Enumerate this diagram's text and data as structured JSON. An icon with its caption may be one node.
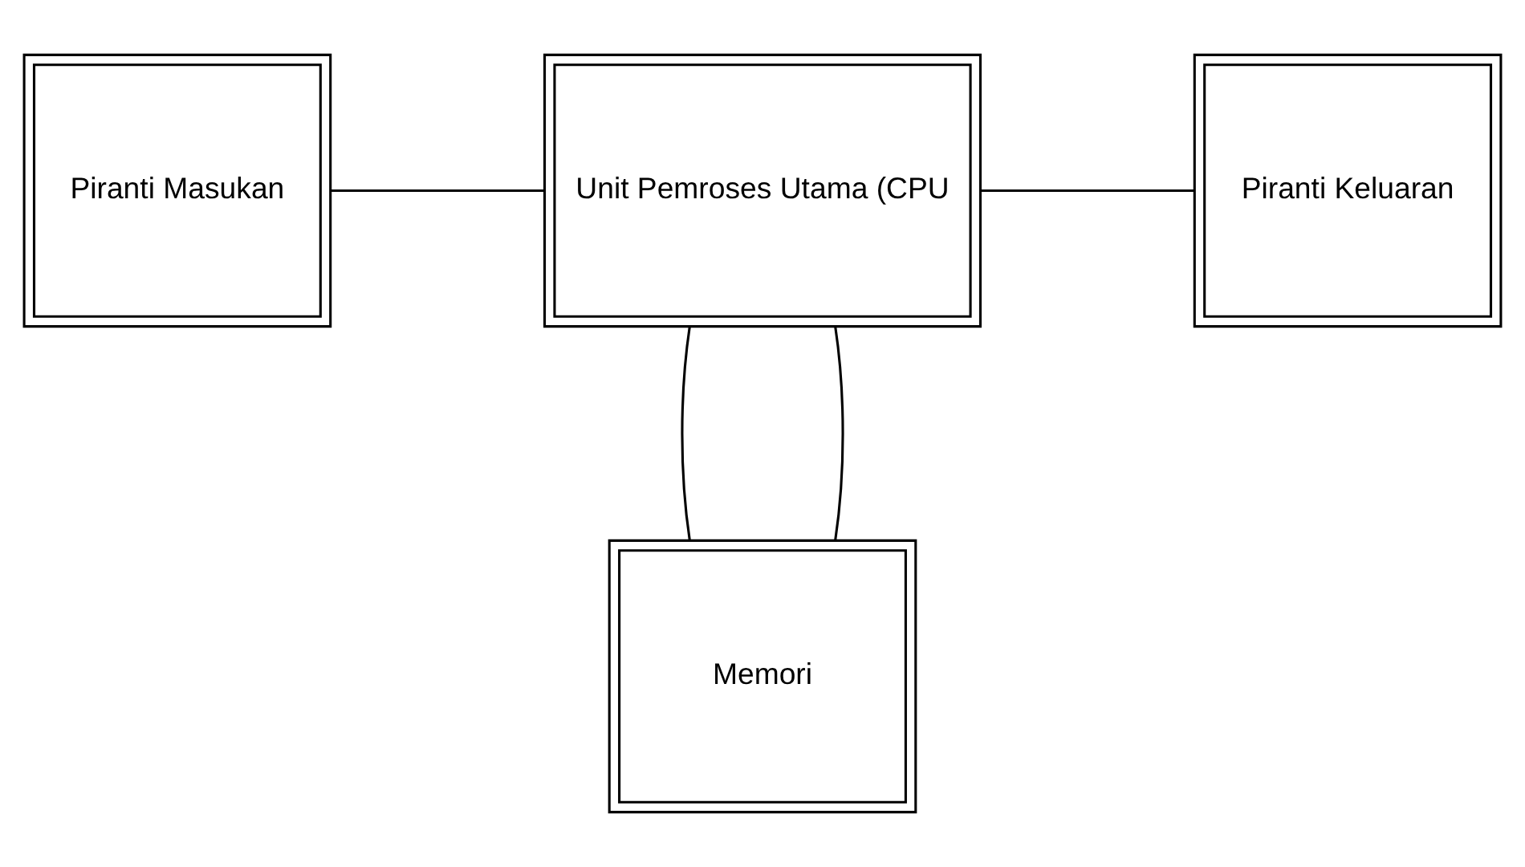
{
  "diagram": {
    "nodes": [
      {
        "text": [
          "Piranti Masukan"
        ]
      },
      {
        "text": [
          "Unit Pemroses Utama (CPU"
        ]
      },
      {
        "text": [
          "Piranti Keluaran"
        ]
      },
      {
        "text": [
          "Memori"
        ]
      }
    ],
    "edges": [
      {
        "from": 0,
        "to": 1,
        "arrow": "none"
      },
      {
        "from": 1,
        "to": 2,
        "arrow": "none"
      },
      {
        "from": 1,
        "to": 3,
        "arrow": "none"
      },
      {
        "from": 1,
        "to": 3,
        "arrow": "none"
      }
    ]
  }
}
